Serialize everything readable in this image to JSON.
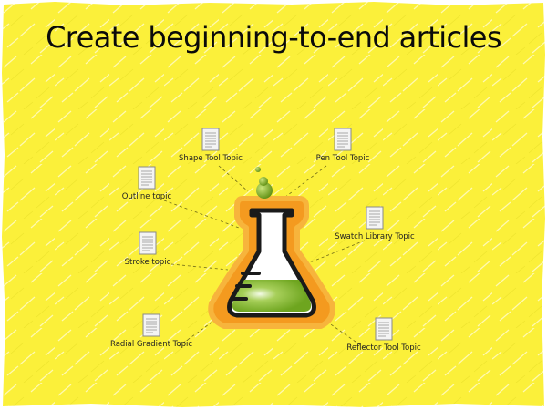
{
  "title": "Create beginning-to-end articles",
  "colors": {
    "background": "#fbf03a",
    "flask_glow": "#f49a1f",
    "liquid": "#7fb52a",
    "outline": "#1a1a1a"
  },
  "center_icon": "chemistry-flask-icon",
  "topics": [
    {
      "label": "Shape Tool Topic",
      "icon": "document-icon"
    },
    {
      "label": "Pen Tool Topic",
      "icon": "document-icon"
    },
    {
      "label": "Outline topic",
      "icon": "document-icon"
    },
    {
      "label": "Swatch Library Topic",
      "icon": "document-icon"
    },
    {
      "label": "Stroke topic",
      "icon": "document-icon"
    },
    {
      "label": "Radial Gradient Topic",
      "icon": "document-icon"
    },
    {
      "label": "Reflector Tool Topic",
      "icon": "document-icon"
    }
  ]
}
